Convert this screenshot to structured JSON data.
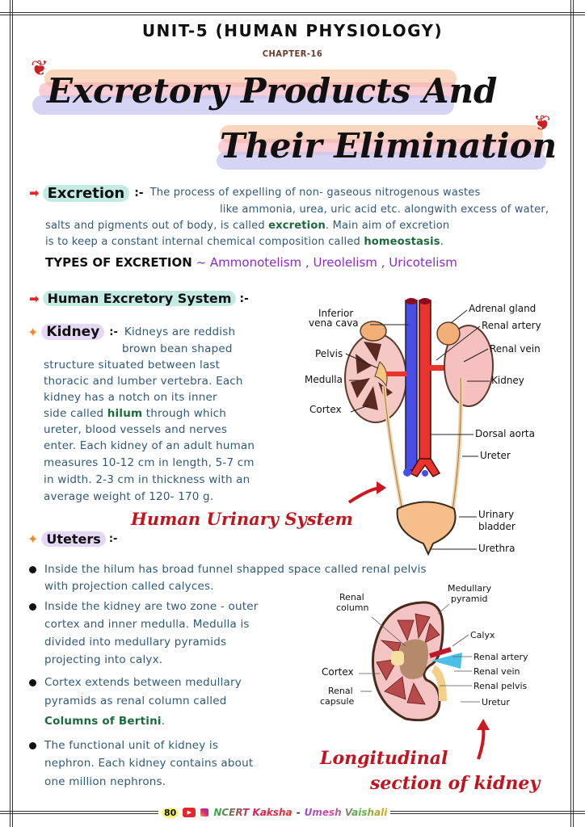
{
  "header": {
    "unit": "UNIT-5 (HUMAN PHYSIOLOGY)",
    "chapter": "CHAPTER-16",
    "title_line1": "Excretory Products And",
    "title_line2": "Their Elimination"
  },
  "excretion": {
    "term": "Excretion",
    "separator": ":-",
    "line1": "The process of expelling of non- gaseous nitrogenous wastes",
    "line2": "like ammonia, urea, uric acid etc. alongwith excess of water,",
    "line3_a": "salts and pigments out of body, is called",
    "line3_keyword": "excretion",
    "line3_b": ". Main aim of excretion",
    "line4_a": "is to keep a constant internal chemical composition called",
    "line4_keyword": "homeostasis",
    "line4_b": ".",
    "types_label": "TYPES OF EXCRETION",
    "types_connector": "~",
    "types": [
      "Ammonotelism",
      "Ureolelism",
      "Uricotelism"
    ],
    "types_separator": ","
  },
  "human_excretory_system": {
    "heading": "Human Excretory System",
    "separator": ":-"
  },
  "kidney": {
    "term": "Kidney",
    "separator": ":-",
    "lines": [
      "Kidneys are reddish",
      "brown bean shaped",
      "structure situated between last",
      "thoracic and lumber vertebra. Each",
      "kidney has a notch on its inner",
      "side called",
      "through which",
      "ureter, blood vessels and nerves",
      "enter. Each kidney of an adult human",
      "measures 10-12 cm in length, 5-7 cm",
      "in width. 2-3 cm in thickness with an",
      "average weight of 120- 170 g."
    ],
    "keyword": "hilum"
  },
  "urinary_diagram": {
    "caption": "Human Urinary System",
    "labels": {
      "inferior_vena_cava_1": "Inferior",
      "inferior_vena_cava_2": "vena cava",
      "pelvis": "Pelvis",
      "medulla": "Medulla",
      "cortex": "Cortex",
      "adrenal_gland": "Adrenal gland",
      "renal_artery": "Renal artery",
      "renal_vein": "Renal vein",
      "kidney": "Kidney",
      "dorsal_aorta": "Dorsal aorta",
      "ureter": "Ureter",
      "urinary_bladder_1": "Urinary",
      "urinary_bladder_2": "bladder",
      "urethra": "Urethra"
    }
  },
  "ureters": {
    "term": "Uteters",
    "separator": ":-",
    "bullets": [
      {
        "lines": [
          "Inside the hilum has broad funnel shapped space called renal pelvis",
          "with projection called calyces."
        ]
      },
      {
        "lines": [
          "Inside the kidney are two zone - outer",
          "cortex and inner medulla. Medulla is",
          "divided into medullary pyramids",
          "projecting into calyx."
        ]
      },
      {
        "lines": [
          "Cortex extends between medullary",
          "pyramids as renal column called"
        ],
        "keyword": "Columns of Bertini",
        "keyword_suffix": "."
      },
      {
        "lines": [
          "The functional unit of kidney is",
          "nephron. Each kidney contains about",
          "one million nephrons."
        ]
      }
    ]
  },
  "kidney_section_diagram": {
    "caption_line1": "Longitudinal",
    "caption_line2": "section of kidney",
    "labels": {
      "renal_column_1": "Renal",
      "renal_column_2": "column",
      "medullary_pyramid_1": "Medullary",
      "medullary_pyramid_2": "pyramid",
      "calyx": "Calyx",
      "renal_artery": "Renal artery",
      "renal_vein": "Renal vein",
      "renal_pelvis": "Renal pelvis",
      "ureter": "Uretur",
      "cortex": "Cortex",
      "renal_capsule_1": "Renal",
      "renal_capsule_2": "capsule"
    }
  },
  "footer": {
    "page_number": "80",
    "brand": "NCERT Kaksha",
    "dash": "-",
    "author": "Umesh Vaishali",
    "icons": [
      "youtube-icon",
      "instagram-icon"
    ]
  },
  "colors": {
    "body_text": "#2e5a7a",
    "keyword_green": "#1a6b3c",
    "types_purple": "#8b2bc7",
    "caption_red": "#c0141e",
    "highlight_teal": "#c4ebe2",
    "highlight_lavender": "#e6d7f5"
  }
}
